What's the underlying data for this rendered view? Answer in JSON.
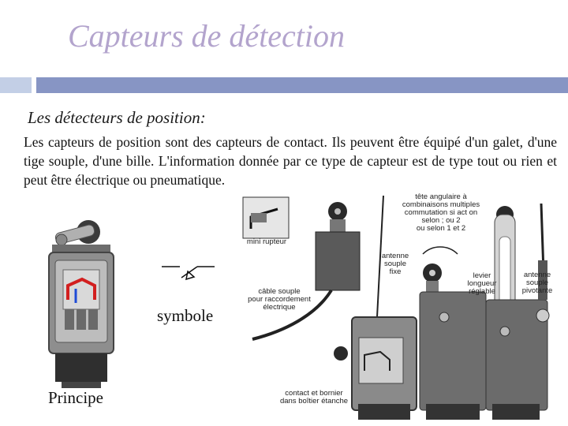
{
  "header": {
    "title": "Capteurs de détection"
  },
  "section": {
    "subtitle": "Les détecteurs de position:",
    "paragraph": "Les capteurs de position sont des capteurs de contact. Ils peuvent être équipé d'un galet, d'une tige souple, d'une bille. L'information donnée par ce type de capteur est de type tout ou rien et peut être électrique ou pneumatique."
  },
  "figures": {
    "symbol_label": "symbole",
    "principle_label": "Principe",
    "captions": {
      "head": "tête angulaire à\ncombinaisons multiples\ncommutation si act on\nselon ; ou 2\nou selon 1 et 2",
      "microswitch": "mini rupteur",
      "antenna_fixed": "antenne\nsouple\nfixe",
      "cable": "câble souple\npour raccordement\nélectrique",
      "lever": "levier\nlongueur\nréglable",
      "antenna_pivot": "antenne\nsouple\npivotante",
      "contact": "contact et bornier\ndans boîtier étanche"
    }
  },
  "colors": {
    "title": "#b3a4cd",
    "band_light": "#c3cfe6",
    "band_dark": "#8795c4"
  }
}
